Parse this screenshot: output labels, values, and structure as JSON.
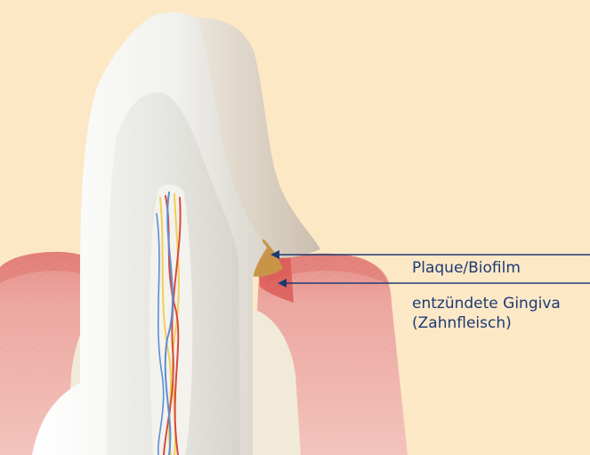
{
  "labels": {
    "plaque": "Plaque/Biofilm",
    "gingiva": "entzündete Gingiva",
    "gingiva_note": "(Zahnfleisch)"
  },
  "colors": {
    "background": "#fde8c6",
    "label_text": "#1e3a73",
    "leader_line": "#1e3a73",
    "enamel": "#f4f4f1",
    "dentin": "#ebe4d6",
    "bone": "#f1ead9",
    "gingiva": "#e7a8a3",
    "gingiva_inflamed": "#d9534f",
    "plaque": "#c89548",
    "nerve": "#f0d05a",
    "artery": "#d94a3d",
    "vein": "#5a8fd6"
  },
  "icons": {
    "tooth": "tooth-cross-section",
    "arrow": "arrow-head"
  }
}
